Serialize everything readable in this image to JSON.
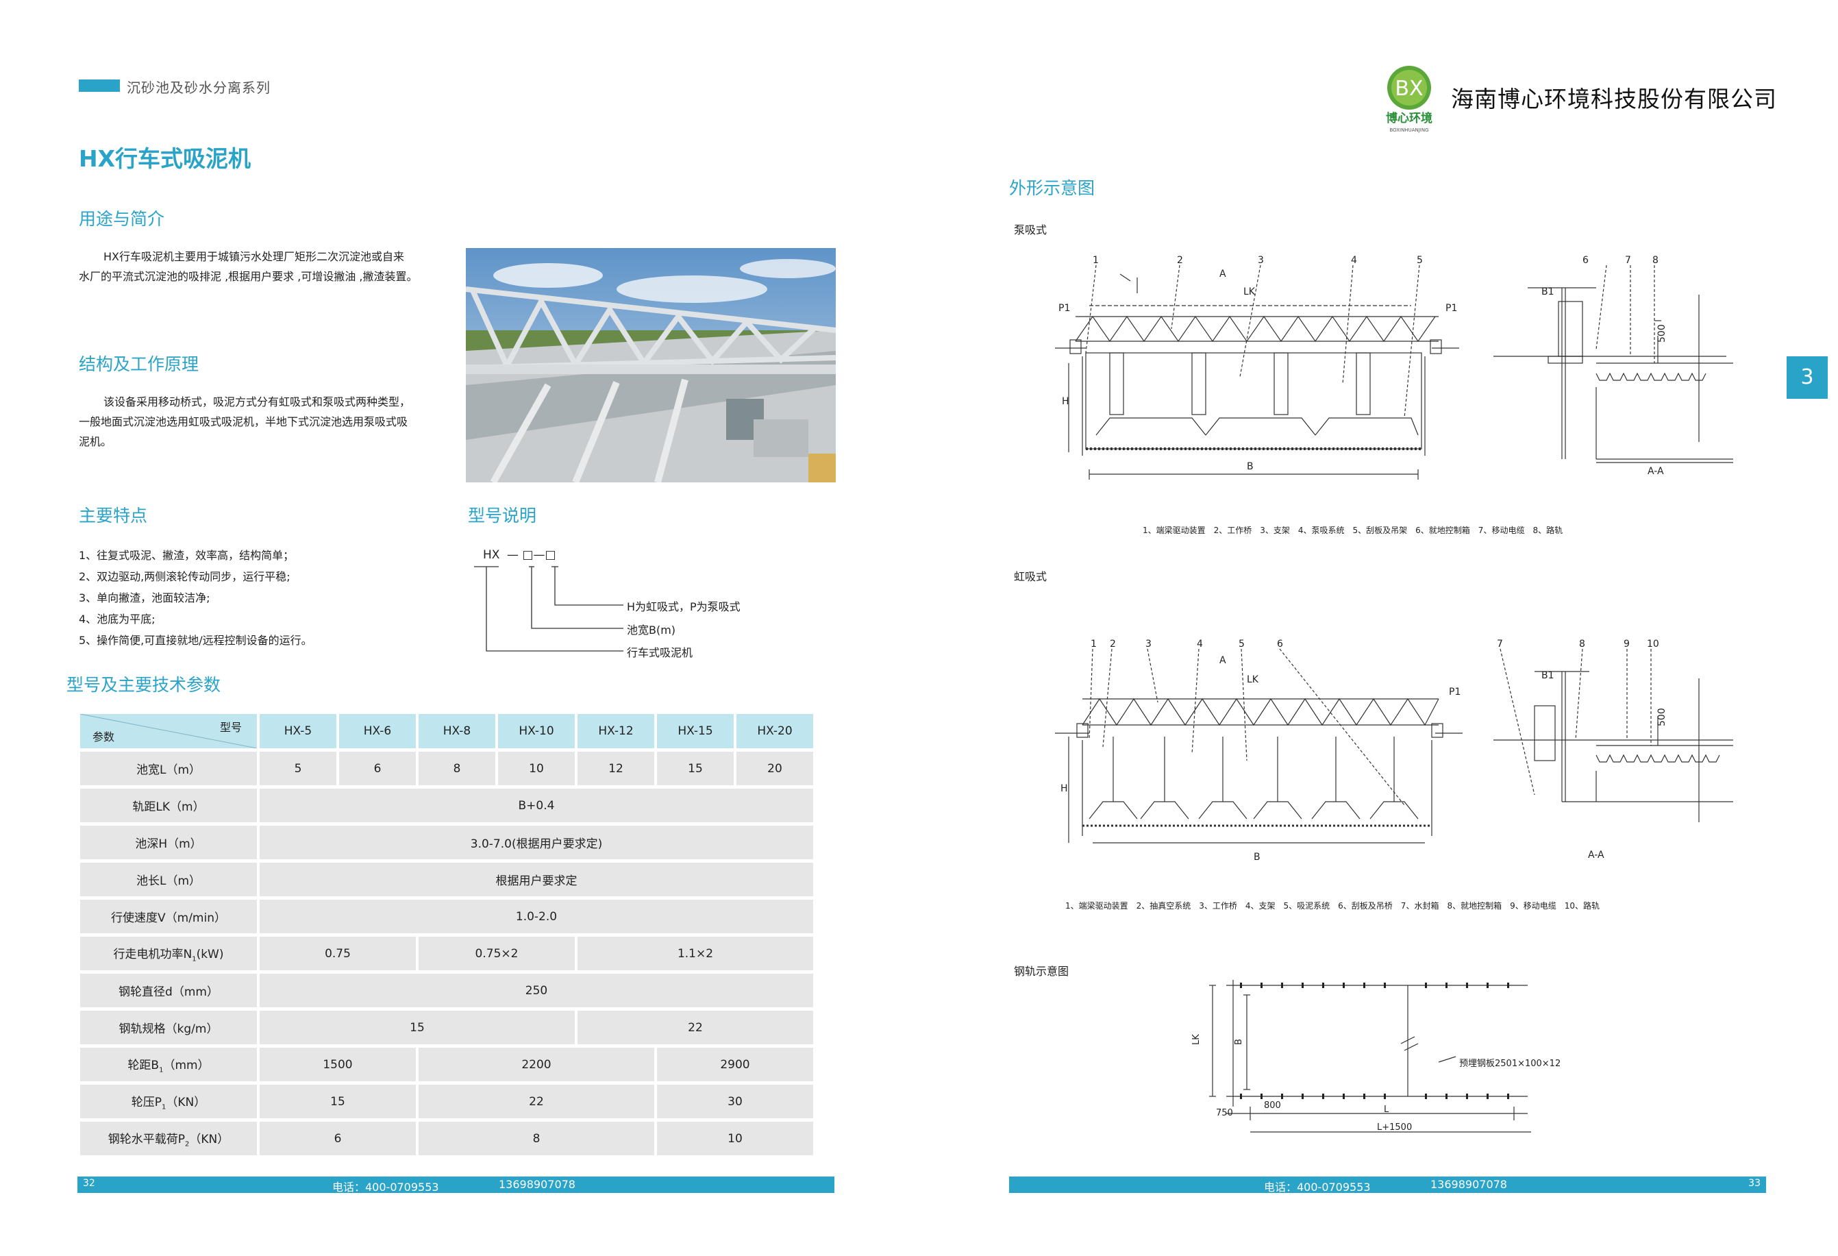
{
  "left_page": {
    "series": "沉砂池及砂水分离系列",
    "title": "HX行车式吸泥机",
    "sections": {
      "intro": {
        "heading": "用途与简介",
        "lines": [
          "HX行车吸泥机主要用于城镇污水处理厂矩形二次沉淀池或自来",
          "水厂的平流式沉淀池的吸排泥 ,根据用户要求 ,可增设撇油 ,撇渣装置。"
        ]
      },
      "structure": {
        "heading": "结构及工作原理",
        "lines": [
          "该设备采用移动桥式，吸泥方式分有虹吸式和泵吸式两种类型，",
          "一般地面式沉淀池选用虹吸式吸泥机，半地下式沉淀池选用泵吸式吸",
          "泥机。"
        ]
      },
      "features": {
        "heading": "主要特点",
        "items": [
          "1、往复式吸泥、撇渣，效率高，结构简单；",
          "2、双边驱动,两侧滚轮传动同步，运行平稳;",
          "3、单向撇渣，池面较洁净;",
          "4、池底为平底;",
          "5、操作简便,可直接就地/远程控制设备的运行。"
        ]
      },
      "model": {
        "heading": "型号说明",
        "code": "HX",
        "code_tail": "— □—□",
        "labels": [
          "H为虹吸式，P为泵吸式",
          "池宽B(m)",
          "行车式吸泥机"
        ]
      },
      "params": {
        "heading": "型号及主要技术参数",
        "corner_model": "型号",
        "corner_param": "参数",
        "models": [
          "HX-5",
          "HX-6",
          "HX-8",
          "HX-10",
          "HX-12",
          "HX-15",
          "HX-20"
        ],
        "rows": {
          "pool_width": {
            "label": "池宽L（m）",
            "values": [
              "5",
              "6",
              "8",
              "10",
              "12",
              "15",
              "20"
            ]
          },
          "track_gauge": {
            "label": "轨距LK（m）",
            "value": "B+0.4"
          },
          "pool_depth": {
            "label": "池深H（m）",
            "value": "3.0-7.0(根据用户要求定)"
          },
          "pool_length": {
            "label": "池长L（m）",
            "value": "根据用户要求定"
          },
          "speed": {
            "label": "行使速度V（m/min）",
            "value": "1.0-2.0"
          },
          "motor_power": {
            "label_prefix": "行走电机功率N",
            "label_sub": "1",
            "label_suffix": "(kW)",
            "values": [
              "0.75",
              "0.75×2",
              "1.1×2"
            ]
          },
          "wheel_dia": {
            "label": "钢轮直径d（mm）",
            "value": "250"
          },
          "rail_spec": {
            "label": "钢轨规格（kg/m）",
            "values": [
              "15",
              "22"
            ]
          },
          "wheel_base": {
            "label_prefix": "轮距B",
            "label_sub": "1",
            "label_suffix": "（mm）",
            "values": [
              "1500",
              "2200",
              "2900"
            ]
          },
          "wheel_press": {
            "label_prefix": "轮压P",
            "label_sub": "1",
            "label_suffix": "（KN）",
            "values": [
              "15",
              "22",
              "30"
            ]
          },
          "horiz_load": {
            "label_prefix": "钢轮水平载荷P",
            "label_sub": "2",
            "label_suffix": "（KN）",
            "values": [
              "6",
              "8",
              "10"
            ]
          }
        }
      }
    },
    "footer": {
      "page": "32",
      "phone_label": "电话：400-0709553",
      "mobile": "13698907078"
    }
  },
  "right_page": {
    "logo": {
      "mark": "BX",
      "name": "博心环境",
      "pinyin": "BOXINHUANJING"
    },
    "company": "海南博心环境科技股份有限公司",
    "side_tab": "3",
    "outline_heading": "外形示意图",
    "pump": {
      "label": "泵吸式",
      "numbers": [
        "1",
        "2",
        "3",
        "4",
        "5",
        "6",
        "7",
        "8"
      ],
      "marks": {
        "A": "A",
        "LK": "LK",
        "P1": "P1",
        "H": "H",
        "B": "B",
        "B1": "B1",
        "h500": "500",
        "AA": "A-A"
      },
      "legend": "1、端梁驱动装置　2、工作桥　3、支架　4、泵吸系统　5、刮板及吊架　6、就地控制箱　7、移动电缆　8、路轨"
    },
    "siphon": {
      "label": "虹吸式",
      "numbers": [
        "1",
        "2",
        "3",
        "4",
        "5",
        "6",
        "7",
        "8",
        "9",
        "10"
      ],
      "marks": {
        "A": "A",
        "LK": "LK",
        "P1": "P1",
        "H": "H",
        "B": "B",
        "B1": "B1",
        "h500": "500",
        "AA": "A-A"
      },
      "legend": "1、端梁驱动装置　2、抽真空系统　3、工作桥　4、支架　5、吸泥系统　6、刮板及吊桥　7、水封箱　8、就地控制箱　9、移动电缆　10、路轨"
    },
    "rail": {
      "label": "钢轨示意图",
      "marks": {
        "LK": "LK",
        "B": "B",
        "plate": "预埋钢板2501×100×12",
        "d750": "750",
        "d800": "800",
        "L": "L",
        "L1500": "L+1500"
      }
    },
    "footer": {
      "page": "33",
      "phone_label": "电话：400-0709553",
      "mobile": "13698907078"
    }
  }
}
